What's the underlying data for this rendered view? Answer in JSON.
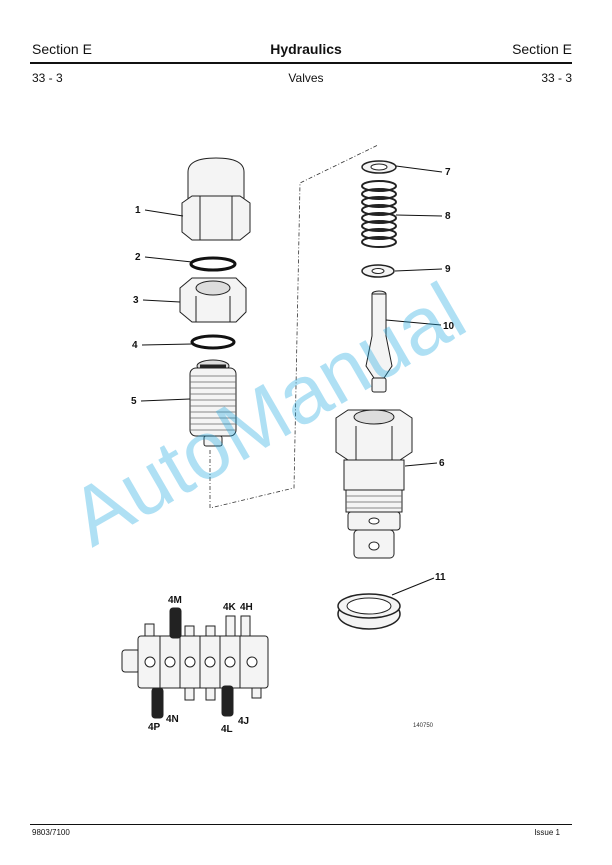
{
  "header": {
    "section_left": "Section E",
    "title": "Hydraulics",
    "section_right": "Section E",
    "page_left": "33 - 3",
    "subtitle": "Valves",
    "page_right": "33 - 3"
  },
  "figure": {
    "callouts": [
      "1",
      "2",
      "3",
      "4",
      "5",
      "6",
      "7",
      "8",
      "9",
      "10",
      "11"
    ],
    "inset_labels": [
      "4M",
      "4K",
      "4H",
      "4P",
      "4N",
      "4L",
      "4J"
    ],
    "figure_number": "140750",
    "watermark": "AutoManual"
  },
  "footer": {
    "doc_number": "9803/7100",
    "issue": "Issue 1"
  }
}
